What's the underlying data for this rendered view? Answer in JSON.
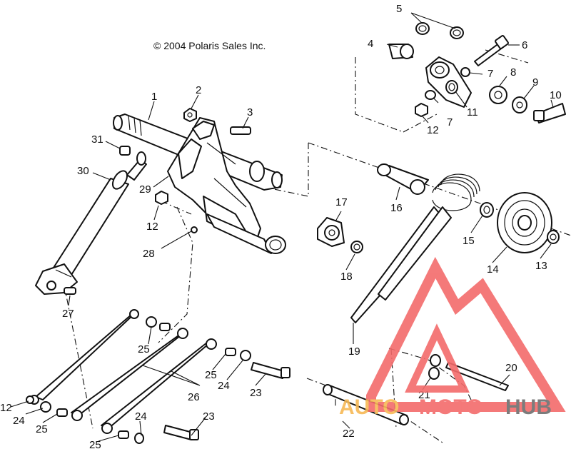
{
  "copyright": "© 2004 Polaris Sales Inc.",
  "callouts": {
    "c1": "1",
    "c2": "2",
    "c3": "3",
    "c4": "4",
    "c5": "5",
    "c6": "6",
    "c7a": "7",
    "c7b": "7",
    "c8": "8",
    "c9": "9",
    "c10": "10",
    "c11": "11",
    "c12a": "12",
    "c12b": "12",
    "c12c": "12",
    "c13": "13",
    "c14": "14",
    "c15": "15",
    "c16": "16",
    "c17": "17",
    "c18": "18",
    "c19": "19",
    "c20": "20",
    "c21": "21",
    "c22": "22",
    "c23a": "23",
    "c23b": "23",
    "c24a": "24",
    "c24b": "24",
    "c24c": "24",
    "c25a": "25",
    "c25b": "25",
    "c25c": "25",
    "c25d": "25",
    "c26": "26",
    "c27": "27",
    "c28": "28",
    "c29": "29",
    "c30": "30",
    "c31": "31"
  },
  "watermark": {
    "text_auto": "AUTO",
    "text_moto": "MOTO",
    "text_hub": "HUB",
    "color_red": "#f36b6b",
    "color_orange": "#f7b955",
    "color_gray": "#6e6e6e"
  }
}
